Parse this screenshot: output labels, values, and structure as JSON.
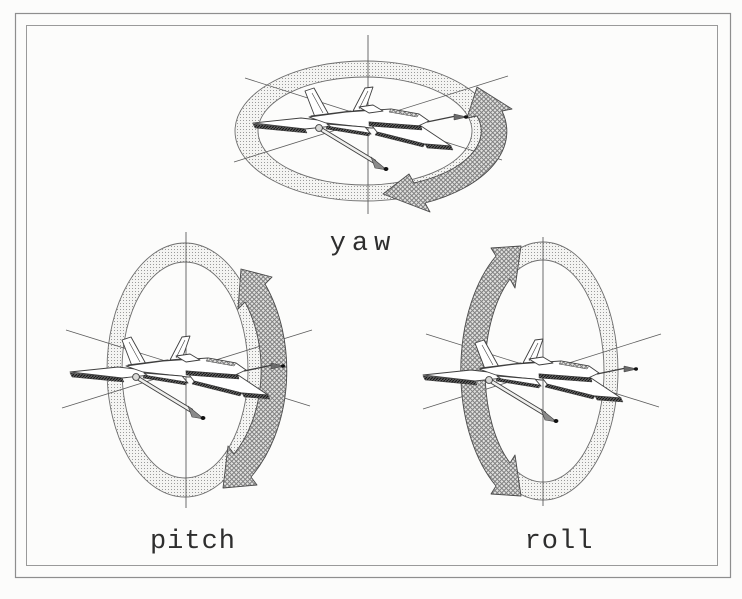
{
  "diagram": {
    "figures": [
      {
        "id": "yaw",
        "label": "yaw"
      },
      {
        "id": "pitch",
        "label": "pitch"
      },
      {
        "id": "roll",
        "label": "roll"
      }
    ],
    "colors": {
      "paper": "#fcfcfb",
      "ink": "#3f3f3f",
      "frame": "#8e8e8e",
      "ring_fill_tone": "#ededed",
      "arrow_fill_tone": "#c7c7c7"
    }
  }
}
